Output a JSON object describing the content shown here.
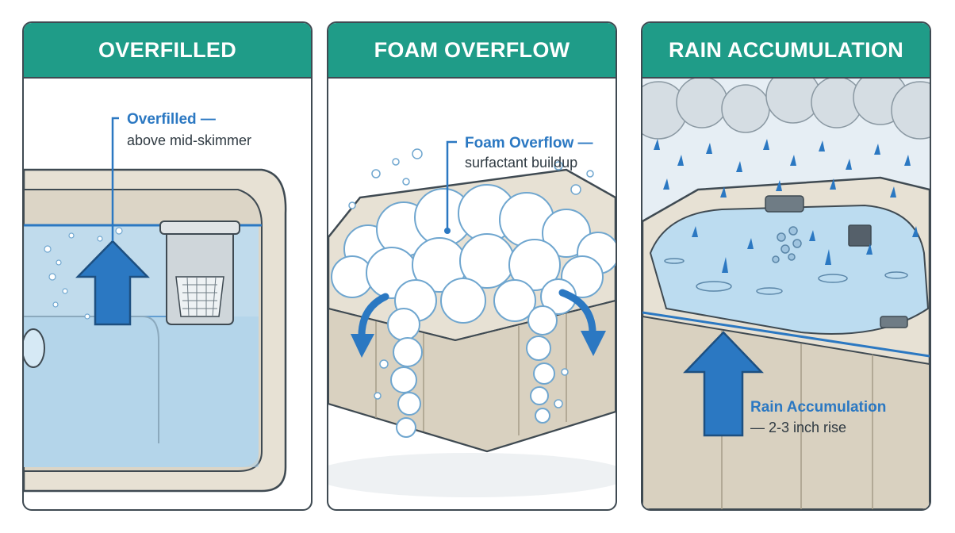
{
  "panels": [
    {
      "header": "OVERFILLED",
      "callout_title": "Overfilled —",
      "callout_sub": "above mid-skimmer"
    },
    {
      "header": "FOAM OVERFLOW",
      "callout_title": "Foam Overflow —",
      "callout_sub": "surfactant buildup"
    },
    {
      "header": "RAIN ACCUMULATION",
      "callout_title": "Rain Accumulation",
      "callout_sub": "— 2-3 inch rise"
    }
  ],
  "colors": {
    "header_teal": "#1f9c88",
    "water_blue": "#bcdcf0",
    "arrow_blue": "#2b78c2",
    "tub_shell": "#e7e1d4",
    "outline": "#3f4a52"
  }
}
